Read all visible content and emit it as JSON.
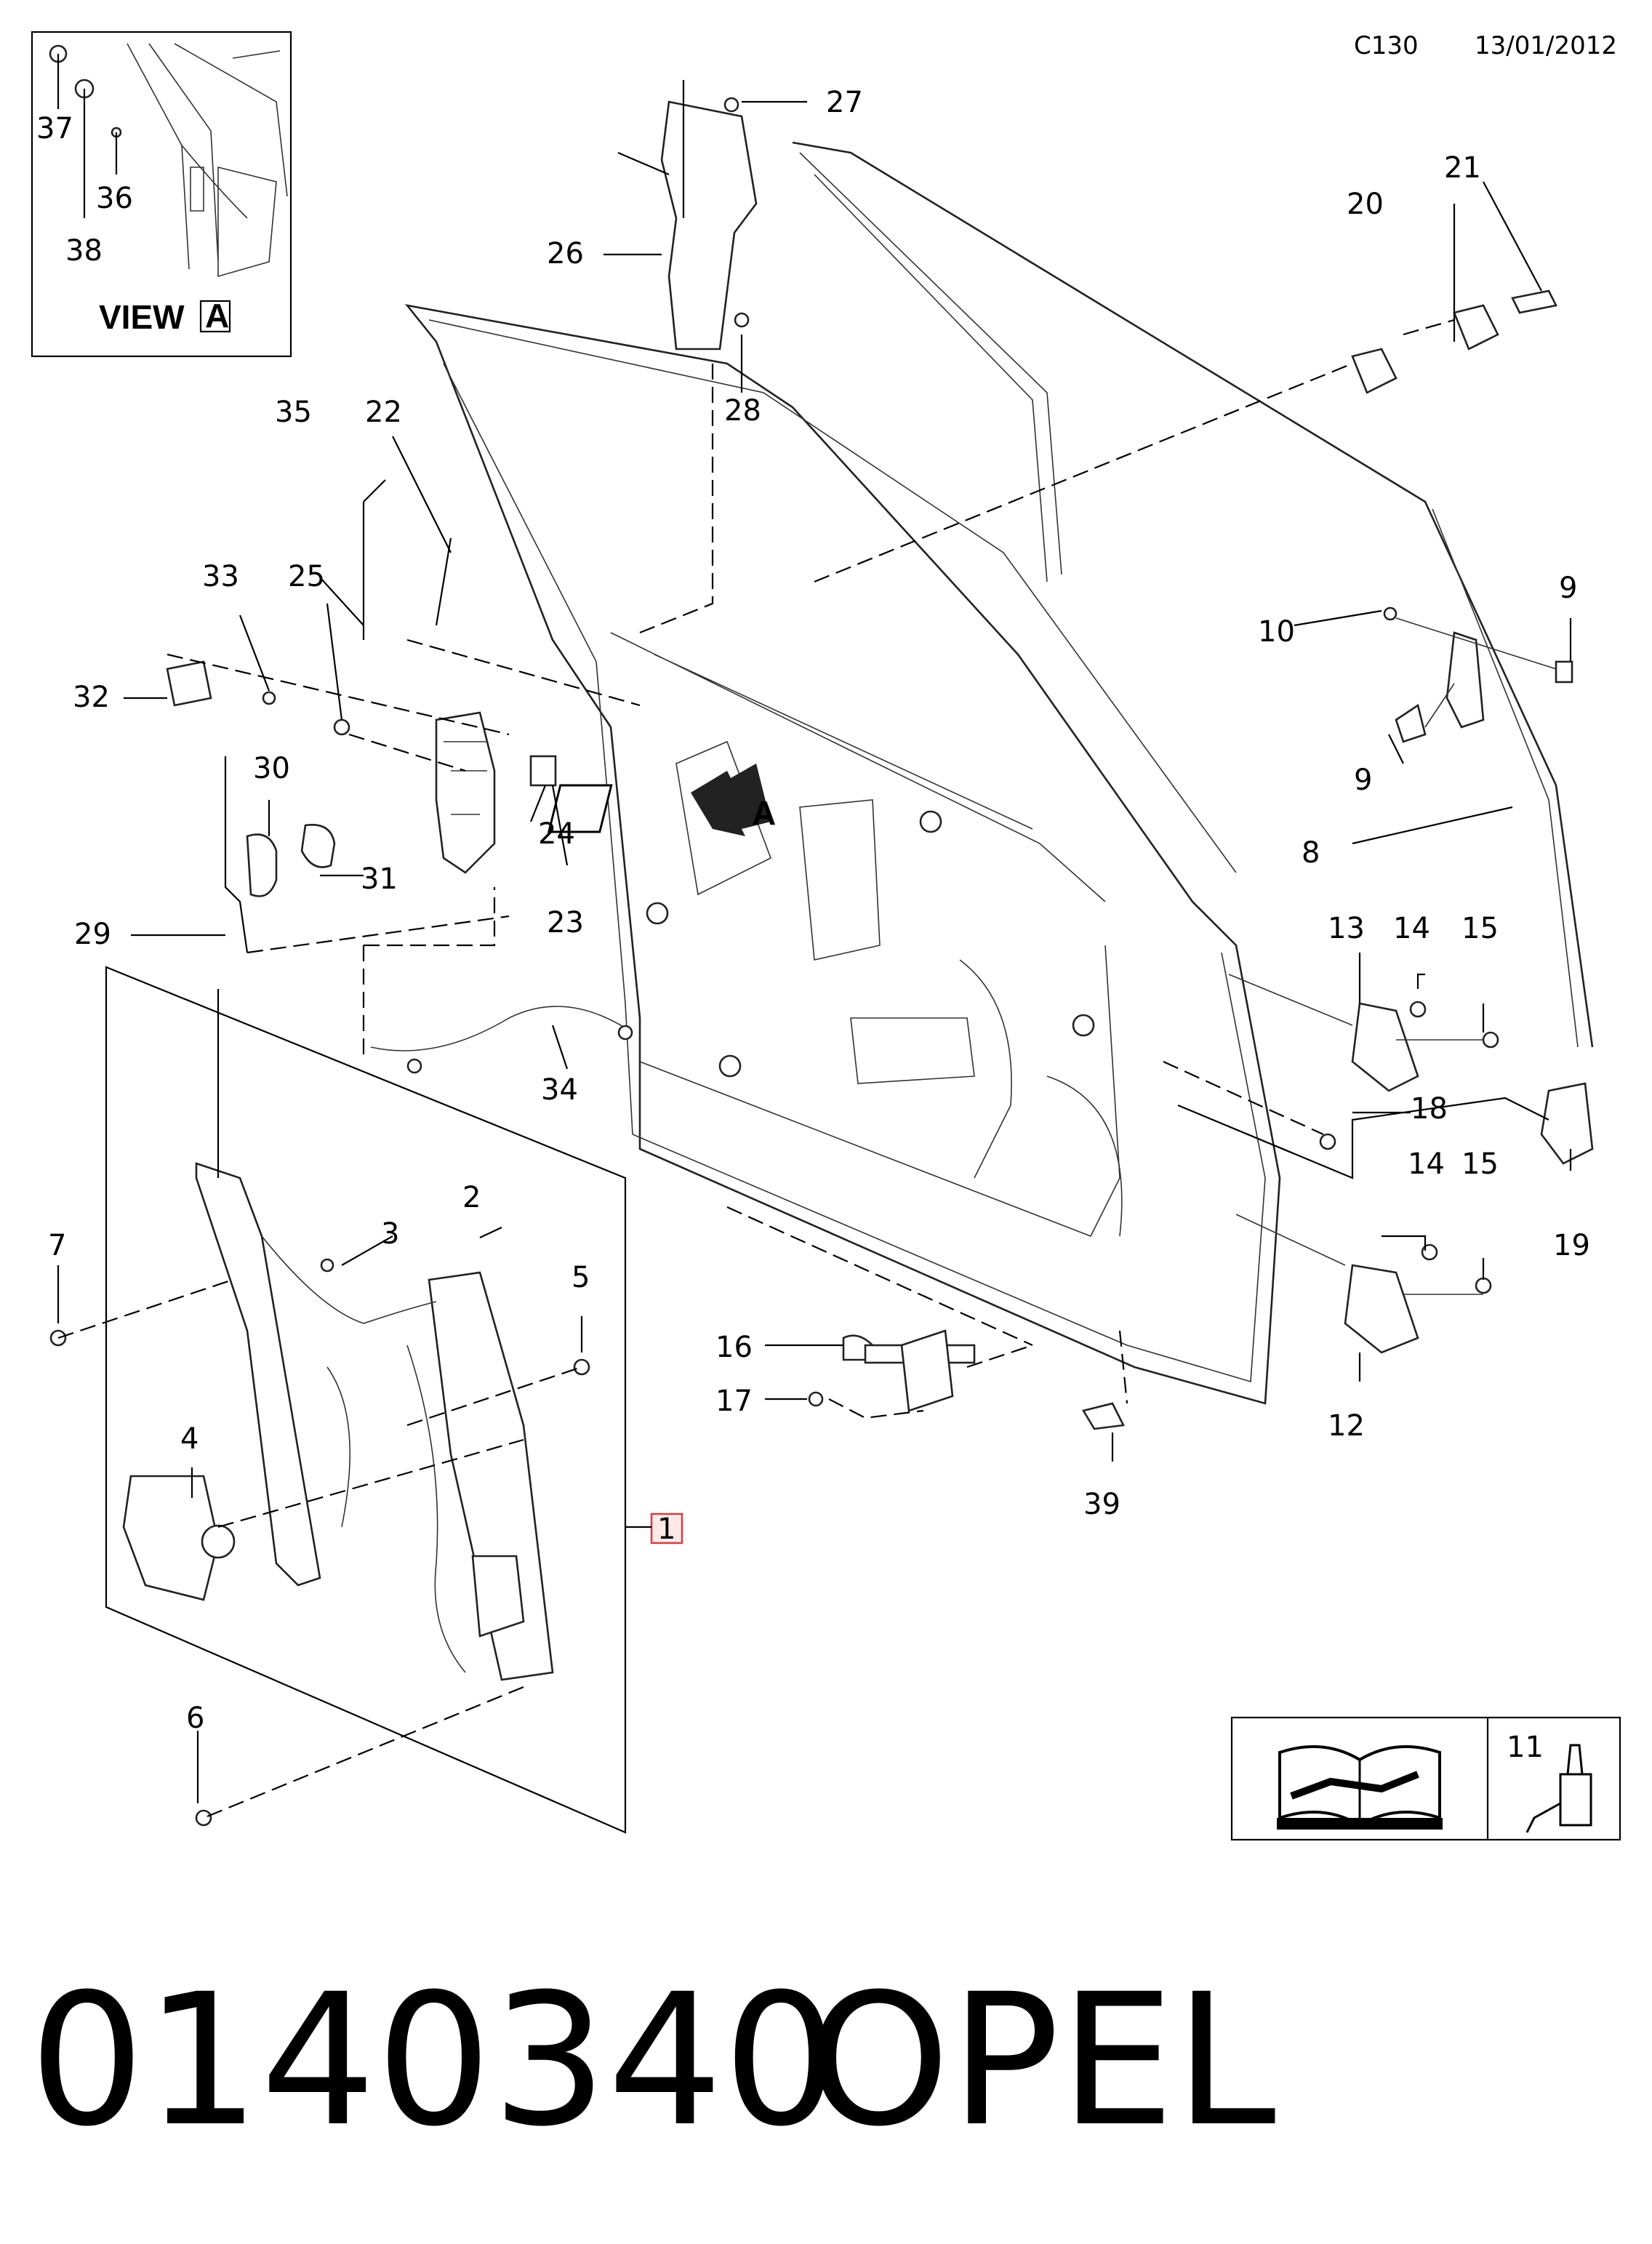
{
  "header": {
    "code": "C130",
    "date": "13/01/2012"
  },
  "view_label": "VIEW",
  "view_letter": "A",
  "reference_marker": "A",
  "callouts": {
    "c1": "1",
    "c2": "2",
    "c3": "3",
    "c4": "4",
    "c5": "5",
    "c6": "6",
    "c7": "7",
    "c8": "8",
    "c9a": "9",
    "c9b": "9",
    "c10": "10",
    "c11": "11",
    "c12": "12",
    "c13": "13",
    "c14a": "14",
    "c14b": "14",
    "c15a": "15",
    "c15b": "15",
    "c16": "16",
    "c17": "17",
    "c18": "18",
    "c19": "19",
    "c20": "20",
    "c21": "21",
    "c22": "22",
    "c23": "23",
    "c24": "24",
    "c25": "25",
    "c26": "26",
    "c27": "27",
    "c28": "28",
    "c29": "29",
    "c30": "30",
    "c31": "31",
    "c32": "32",
    "c33": "33",
    "c34": "34",
    "c35": "35",
    "c36": "36",
    "c37": "37",
    "c38": "38",
    "c39": "39"
  },
  "footer": {
    "part_number": "0140340",
    "brand": "OPEL"
  },
  "icons": {
    "manual": "repair-manual-icon",
    "sealant": "sealant-tube-icon"
  }
}
